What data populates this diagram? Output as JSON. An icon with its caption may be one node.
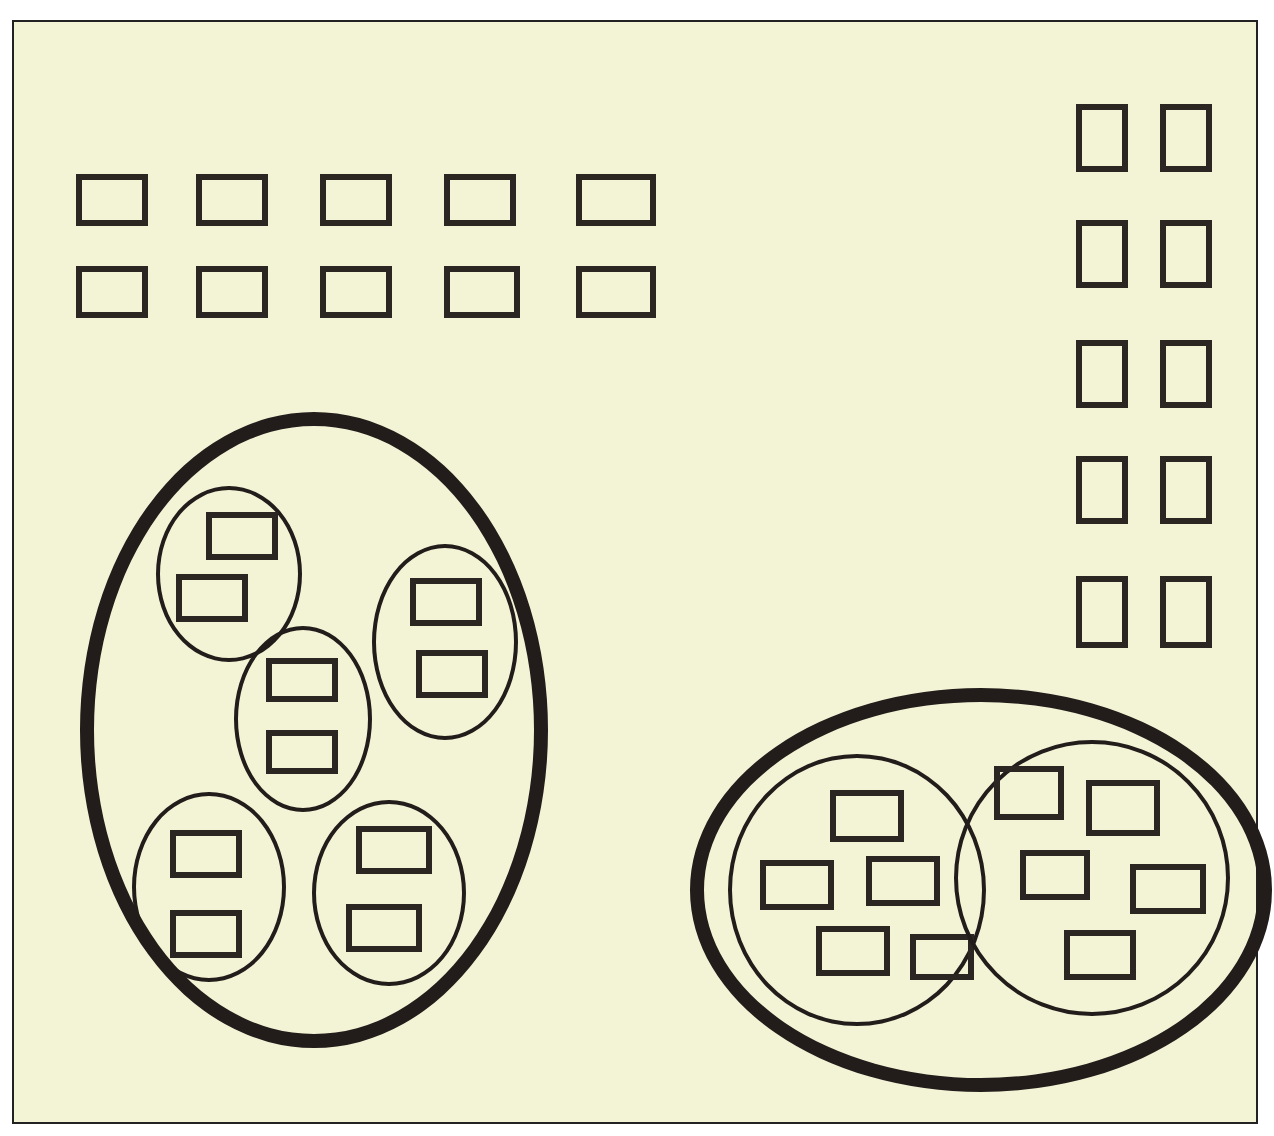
{
  "diagram": {
    "nodes": [
      {
        "text": [],
        "shape": "box"
      },
      {
        "text": [],
        "shape": "box"
      },
      {
        "text": [],
        "shape": "box"
      },
      {
        "text": [],
        "shape": "box"
      },
      {
        "text": [],
        "shape": "box"
      },
      {
        "text": [],
        "shape": "box"
      },
      {
        "text": [],
        "shape": "box"
      },
      {
        "text": [],
        "shape": "box"
      },
      {
        "text": [],
        "shape": "box"
      },
      {
        "text": [],
        "shape": "box"
      },
      {
        "text": [],
        "shape": "box"
      },
      {
        "text": [],
        "shape": "box"
      },
      {
        "text": [],
        "shape": "box"
      },
      {
        "text": [],
        "shape": "box"
      },
      {
        "text": [],
        "shape": "box"
      },
      {
        "text": [],
        "shape": "box"
      },
      {
        "text": [],
        "shape": "box"
      },
      {
        "text": [],
        "shape": "box"
      },
      {
        "text": [],
        "shape": "box"
      },
      {
        "text": [],
        "shape": "box"
      },
      {
        "text": [],
        "shape": "oval"
      },
      {
        "text": [],
        "shape": "oval",
        "in": 20
      },
      {
        "text": [],
        "shape": "box",
        "in": 21
      },
      {
        "text": [],
        "shape": "box",
        "in": 21
      },
      {
        "text": [],
        "shape": "oval",
        "in": 20
      },
      {
        "text": [],
        "shape": "box",
        "in": 24
      },
      {
        "text": [],
        "shape": "box",
        "in": 24
      },
      {
        "text": [],
        "shape": "oval",
        "in": 20
      },
      {
        "text": [],
        "shape": "box",
        "in": 27
      },
      {
        "text": [],
        "shape": "box",
        "in": 27
      },
      {
        "text": [],
        "shape": "oval",
        "in": 20
      },
      {
        "text": [],
        "shape": "box",
        "in": 30
      },
      {
        "text": [],
        "shape": "box",
        "in": 30
      },
      {
        "text": [],
        "shape": "oval",
        "in": 20
      },
      {
        "text": [],
        "shape": "box",
        "in": 33
      },
      {
        "text": [],
        "shape": "box",
        "in": 33
      },
      {
        "text": [],
        "shape": "oval"
      },
      {
        "text": [],
        "shape": "oval",
        "in": 36
      },
      {
        "text": [],
        "shape": "box",
        "in": 37
      },
      {
        "text": [],
        "shape": "box",
        "in": 37
      },
      {
        "text": [],
        "shape": "box",
        "in": 37
      },
      {
        "text": [],
        "shape": "box",
        "in": 37
      },
      {
        "text": [],
        "shape": "box",
        "in": 37
      },
      {
        "text": [],
        "shape": "oval",
        "in": 36
      },
      {
        "text": [],
        "shape": "box",
        "in": 43
      },
      {
        "text": [],
        "shape": "box",
        "in": 43
      },
      {
        "text": [],
        "shape": "box",
        "in": 43
      },
      {
        "text": [],
        "shape": "box",
        "in": 43
      },
      {
        "text": [],
        "shape": "box",
        "in": 43
      }
    ]
  }
}
